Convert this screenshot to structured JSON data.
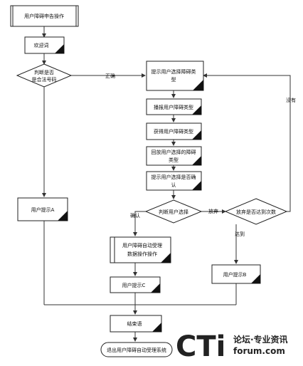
{
  "nodes": {
    "start": "用户障碍申告操作",
    "welcome": "欢迎词",
    "check_number": [
      "判断是否",
      "是合法号码"
    ],
    "prompt_select": [
      "提示用户选择障碍类",
      "型"
    ],
    "play_types": "播报用户障碍类型",
    "get_type": "获得用户障碍类型",
    "replay_type": [
      "回放用户选择的障碍",
      "类型"
    ],
    "prompt_confirm": [
      "提示用户选择是否确",
      "认"
    ],
    "judge_choice": "判断用户选择",
    "abandon_count": "放弃是否达到次数",
    "prompt_a": "用户提示A",
    "auto_accept": [
      "用户障碍自动受理",
      "数据操作操作"
    ],
    "prompt_c": "用户提示C",
    "prompt_b": "用户提示B",
    "ending": "结束语",
    "exit": "退出用户障碍自动受理系统"
  },
  "edges": {
    "correct": "正确",
    "none": "没有",
    "abandon": "放弃",
    "confirm": "确认",
    "reached": "达到"
  },
  "watermark": {
    "logo": "CTi",
    "title": "论坛·专业资讯",
    "domain": "forum.com"
  }
}
